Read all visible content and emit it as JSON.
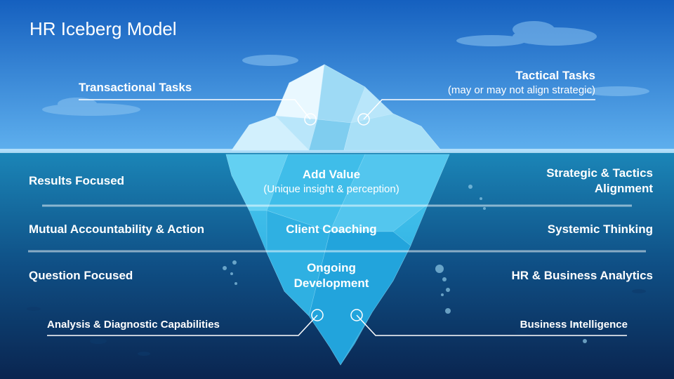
{
  "title": "HR Iceberg Model",
  "above_water": {
    "left": "Transactional Tasks",
    "right_title": "Tactical Tasks",
    "right_subtitle": "(may or may not align strategic)"
  },
  "rows": [
    {
      "left": "Results Focused",
      "center_title": "Add Value",
      "center_subtitle": "(Unique insight & perception)",
      "right_line1": "Strategic & Tactics",
      "right_line2": "Alignment"
    },
    {
      "left": "Mutual Accountability & Action",
      "center_title": "Client Coaching",
      "right": "Systemic Thinking"
    },
    {
      "left": "Question Focused",
      "center_line1": "Ongoing",
      "center_line2": "Development",
      "right": "HR & Business Analytics"
    }
  ],
  "bottom": {
    "left": "Analysis & Diagnostic Capabilities",
    "right": "Business Intelligence"
  },
  "colors": {
    "sky_top": "#1565c0",
    "sky_bottom": "#5aa9ec",
    "sea_top": "#1a7fb0",
    "sea_bottom": "#0a2a55",
    "ice_light": "#e8f7ff",
    "ice_mid": "#8fd6f5",
    "ice_deep": "#1ea7dc",
    "line": "#ffffff"
  }
}
